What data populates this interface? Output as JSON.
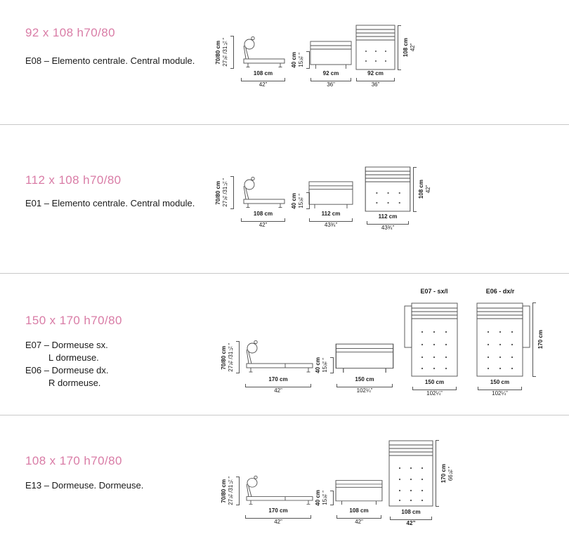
{
  "colors": {
    "accent_pink": "#d97ca6",
    "ink": "#1a1a1a",
    "drawing_line": "#4d4d4d",
    "divider": "#c9c9c9"
  },
  "rows": [
    {
      "title": "92 x 108 h70/80",
      "lines": [
        "E08 – Elemento centrale. Central module."
      ],
      "seat_h_cm": "70/80 cm",
      "seat_h_in": "27¾/31¼”",
      "arm_h_cm": "40 cm",
      "arm_h_in": "15¾”",
      "side_cm": "108 cm",
      "side_in": "42”",
      "front_cm": "92 cm",
      "front_in": "36”",
      "top_cm": "92 cm",
      "top_in": "36”",
      "depth_cm": "108 cm",
      "depth_in": "42”"
    },
    {
      "title": "112 x 108 h70/80",
      "lines": [
        "E01 – Elemento centrale. Central module."
      ],
      "seat_h_cm": "70/80 cm",
      "seat_h_in": "27¾/31¼”",
      "arm_h_cm": "40 cm",
      "arm_h_in": "15¾”",
      "side_cm": "108 cm",
      "side_in": "42”",
      "front_cm": "112 cm",
      "front_in": "43¾”",
      "top_cm": "112 cm",
      "top_in": "43¾”",
      "depth_cm": "108 cm",
      "depth_in": "42”"
    },
    {
      "title": "150 x 170 h70/80",
      "lines": [
        "E07 – Dormeuse sx.",
        "L dormeuse.",
        "E06 – Dormeuse dx.",
        "R dormeuse."
      ],
      "seat_h_cm": "70/80 cm",
      "seat_h_in": "27¾/31¼”",
      "arm_h_cm": "40 cm",
      "arm_h_in": "15¾”",
      "side_cm": "170 cm",
      "side_in": "42”",
      "front_cm": "150 cm",
      "front_in": "102¼”",
      "top_left_header": "E07 - sx/l",
      "top_right_header": "E06 - dx/r",
      "top_cm": "150 cm",
      "top_in": "102¼”",
      "depth_cm": "170 cm",
      "depth_in": ""
    },
    {
      "title": "108 x 170 h70/80",
      "lines": [
        "E13 – Dormeuse. Dormeuse."
      ],
      "seat_h_cm": "70/80 cm",
      "seat_h_in": "27¾/31¼”",
      "arm_h_cm": "40 cm",
      "arm_h_in": "15¾”",
      "side_cm": "170 cm",
      "side_in": "42”",
      "front_cm": "108 cm",
      "front_in": "42”",
      "top_cm": "108 cm",
      "top_in": "42”",
      "depth_cm": "170 cm",
      "depth_in": "66¾”"
    }
  ]
}
